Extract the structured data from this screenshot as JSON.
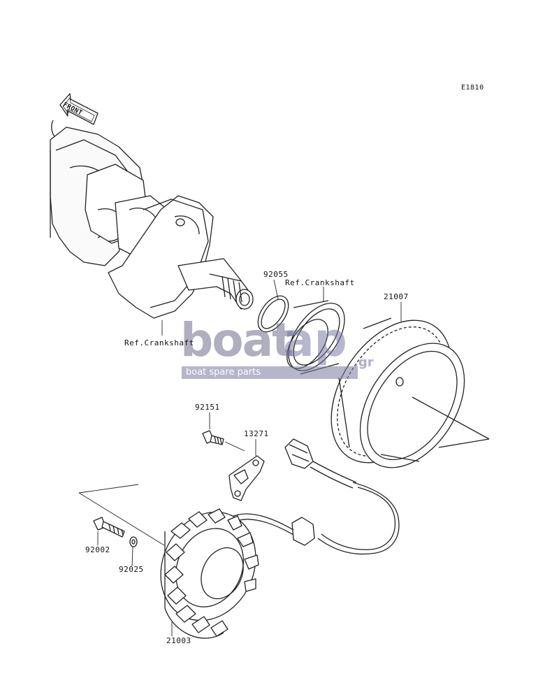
{
  "diagram": {
    "code": "E1810",
    "front_arrow": "FRONT",
    "callouts": [
      {
        "id": "ref-crankshaft-left",
        "text": "Ref.Crankshaft"
      },
      {
        "id": "ref-crankshaft-right",
        "text": "Ref.Crankshaft"
      },
      {
        "id": "part-92055",
        "text": "92055"
      },
      {
        "id": "part-21007",
        "text": "21007"
      },
      {
        "id": "part-92151",
        "text": "92151"
      },
      {
        "id": "part-13271",
        "text": "13271"
      },
      {
        "id": "part-92002",
        "text": "92002"
      },
      {
        "id": "part-92025",
        "text": "92025"
      },
      {
        "id": "part-21003",
        "text": "21003"
      }
    ]
  },
  "watermark": {
    "word": "boat",
    "word2": "ap",
    "suffix": ".gr",
    "tagline": "boat spare parts"
  }
}
